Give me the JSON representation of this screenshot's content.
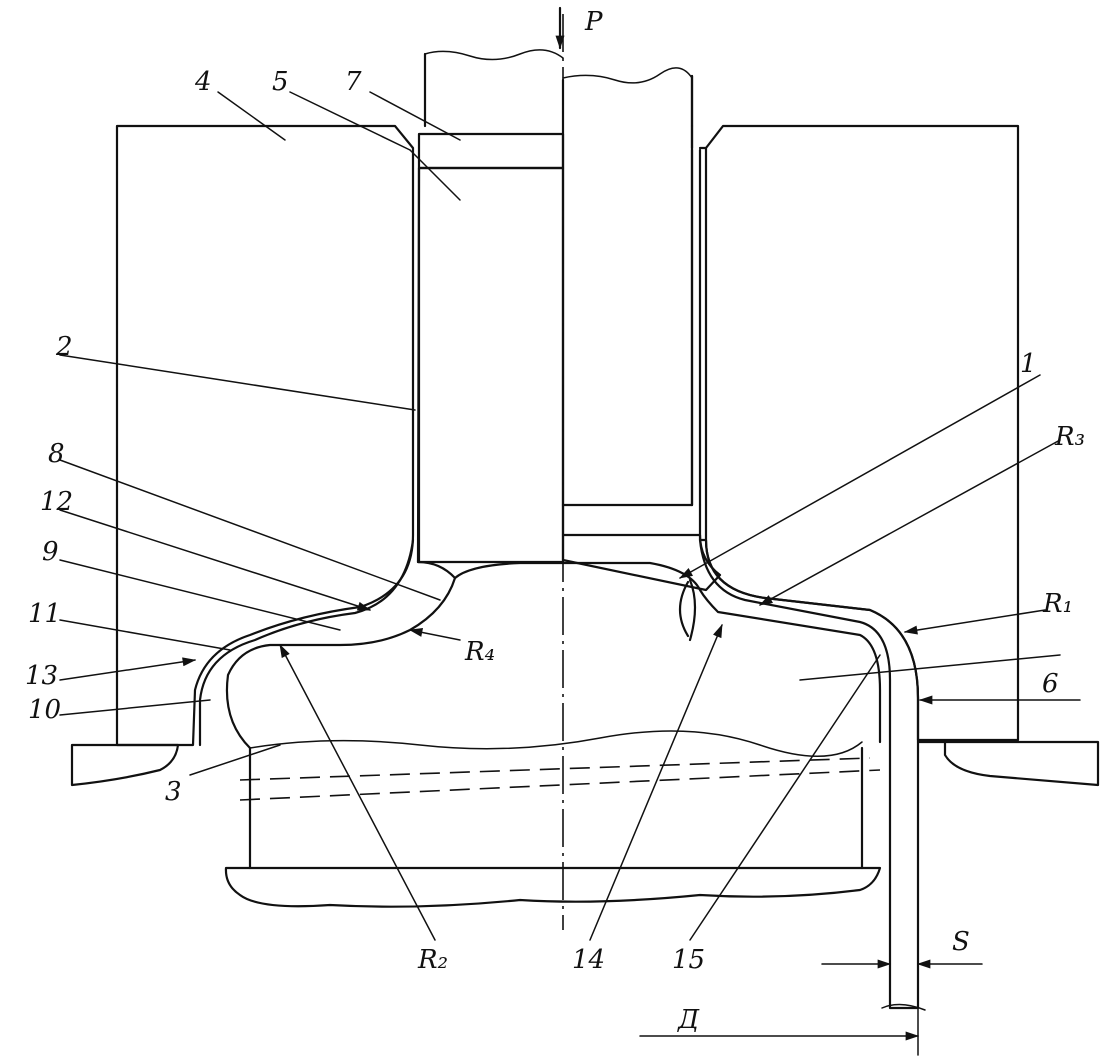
{
  "figure": {
    "force_label": "P",
    "callouts": {
      "c1": "1",
      "c2": "2",
      "c3": "3",
      "c4": "4",
      "c5": "5",
      "c6": "6",
      "c7": "7",
      "c8": "8",
      "c9": "9",
      "c10": "10",
      "c11": "11",
      "c12": "12",
      "c13": "13",
      "c14": "14",
      "c15": "15"
    },
    "radii": {
      "r1": "R₁",
      "r2": "R₂",
      "r3": "R₃",
      "r4": "R₄"
    },
    "dimensions": {
      "diameter": "Д",
      "thickness": "S"
    }
  }
}
